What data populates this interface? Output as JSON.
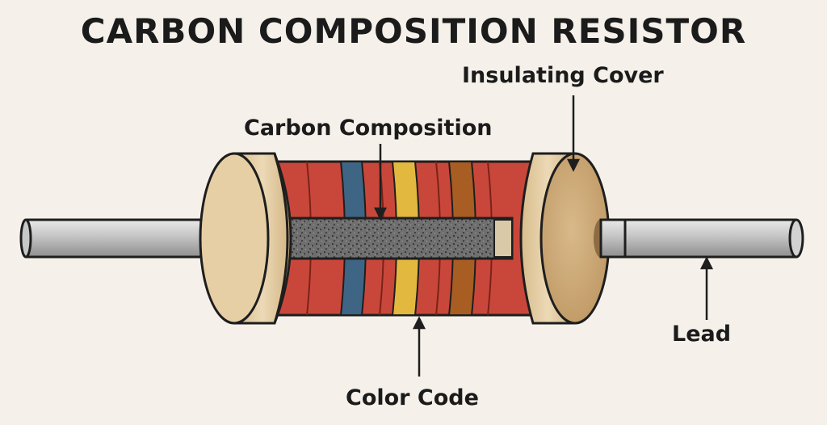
{
  "title": "CARBON COMPOSITION RESISTOR",
  "labels": {
    "insulating_cover": "Insulating Cover",
    "carbon_composition": "Carbon Composition",
    "lead": "Lead",
    "color_code": "Color Code"
  },
  "colors": {
    "background": "#f5f1ea",
    "body_red": "#c9473a",
    "band_blue": "#3f6585",
    "band_yellow": "#e2b83e",
    "band_brown": "#a85e22",
    "cap_tan": "#e7d2ab",
    "lead_gray": "#b6b6b6",
    "carbon_core": "#6e6e6e"
  },
  "bands": [
    "blue",
    "yellow",
    "brown"
  ]
}
